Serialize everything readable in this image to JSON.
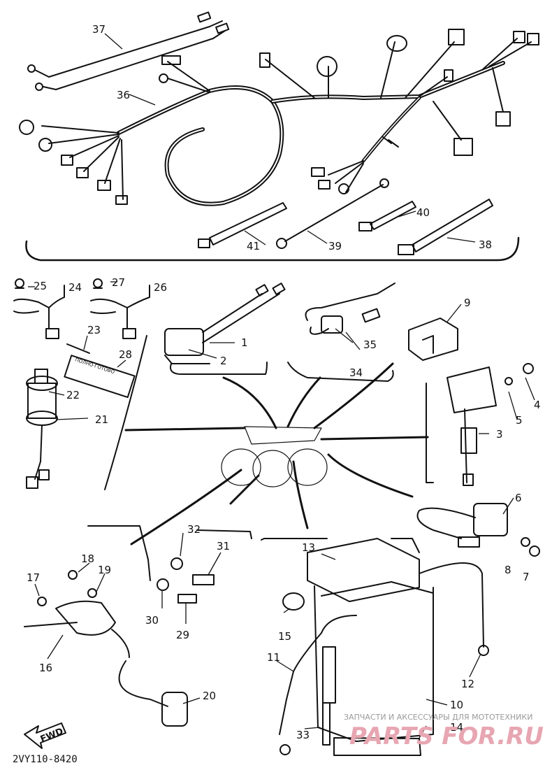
{
  "diagram": {
    "code": "2VY110-8420",
    "fwd_label": "FWD",
    "sticker_text": "ПОЛНО·ГОТОВО",
    "watermark_caption": "ЗАПЧАСТИ И АКСЕССУАРЫ ДЛЯ МОТОТЕХНИКИ",
    "watermark_logo": "PARTS FOR.RU",
    "callouts": [
      "1",
      "2",
      "3",
      "4",
      "5",
      "6",
      "7",
      "8",
      "9",
      "10",
      "11",
      "12",
      "13",
      "14",
      "15",
      "16",
      "17",
      "18",
      "19",
      "20",
      "21",
      "22",
      "23",
      "24",
      "25",
      "26",
      "27",
      "28",
      "29",
      "30",
      "31",
      "32",
      "33",
      "34",
      "35",
      "36",
      "37",
      "38",
      "39",
      "40",
      "41"
    ]
  }
}
